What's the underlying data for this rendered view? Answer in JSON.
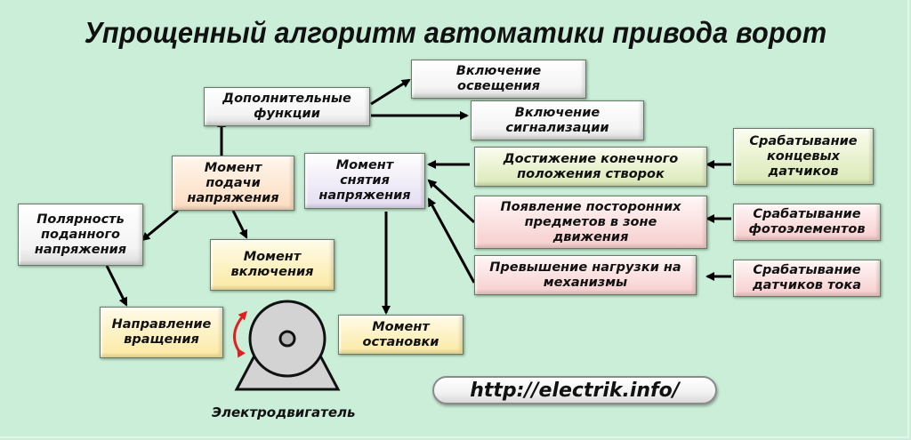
{
  "title": "Упрощенный алгоритм автоматики привода ворот",
  "nodes": {
    "additional_functions": "Дополнительные\nфункции",
    "lighting_on": "Включение\nосвещения",
    "alarm_on": "Включение\nсигнализации",
    "power_applied": "Момент\nподачи\nнапряжения",
    "power_removed": "Момент\nснятия\nнапряжения",
    "end_position": "Достижение конечного\nположения створок",
    "limit_sensors": "Срабатывание\nконцевых\nдатчиков",
    "foreign_objects": "Появление посторонних\nпредметов в зоне\nдвижения",
    "photocells": "Срабатывание\nфотоэлементов",
    "overload": "Превышение нагрузки на\nмеханизмы",
    "current_sensors": "Срабатывание\nдатчиков тока",
    "polarity": "Полярность\nподанного\nнапряжения",
    "switch_on_moment": "Момент\nвключения",
    "rotation_direction": "Направление\nвращения",
    "stop_moment": "Момент\nостановки"
  },
  "motor_label": "Электродвигатель",
  "url": "http://electrik.info/",
  "colors": {
    "background": "#cbeed9",
    "arrow": "#000000",
    "rotation_arrow": "#e02020",
    "motor_fill": "#d3d3d3"
  }
}
